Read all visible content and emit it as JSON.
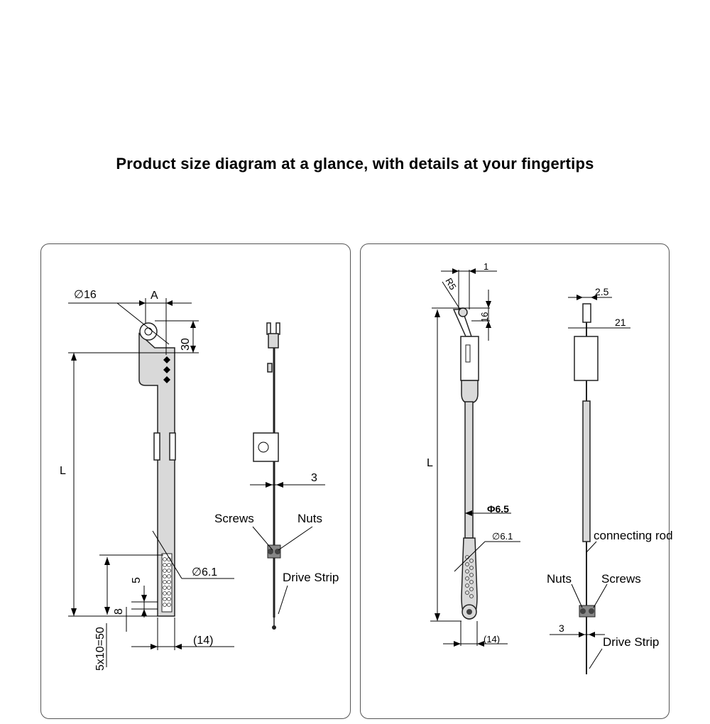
{
  "heading": "Product size diagram at a glance, with details at your fingertips",
  "left_diagram": {
    "dims": {
      "d16": "∅16",
      "a": "A",
      "v30": "30",
      "l": "L",
      "d61": "∅6.1",
      "five": "5",
      "eight": "8",
      "fivex10": "5x10=50",
      "w14": "(14)",
      "three": "3"
    },
    "labels": {
      "screws": "Screws",
      "nuts": "Nuts",
      "drive_strip": "Drive Strip"
    }
  },
  "right_diagram": {
    "dims": {
      "one": "1",
      "r5": "R5",
      "sixteen": "16",
      "l": "L",
      "phi65": "Φ6.5",
      "d61": "∅6.1",
      "w14": "(14)",
      "twofive": "2.5",
      "twentyone": "21",
      "three": "3"
    },
    "labels": {
      "connecting_rod": "connecting rod",
      "nuts": "Nuts",
      "screws": "Screws",
      "drive_strip": "Drive Strip"
    }
  }
}
